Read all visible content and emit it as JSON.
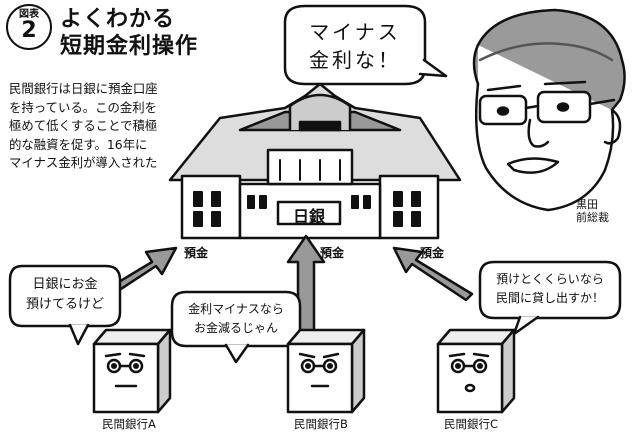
{
  "header": {
    "figure_label": "図表",
    "figure_number": "2",
    "title_line1": "よくわかる",
    "title_line2": "短期金利操作"
  },
  "description": "民間銀行は日銀に預金口座を持っている。この金利を極めて低くすることで積極的な融資を促す。16年にマイナス金利が導入された",
  "kuroda": {
    "speech_line1": "マイナス",
    "speech_line2": "金利な！",
    "caption_line1": "黒田",
    "caption_line2": "前総裁"
  },
  "boj": {
    "sign": "日銀"
  },
  "deposits": [
    "預金",
    "預金",
    "預金"
  ],
  "banks": [
    {
      "name": "民間銀行A",
      "speech_line1": "日銀にお金",
      "speech_line2": "預けてるけど"
    },
    {
      "name": "民間銀行B",
      "speech_line1": "金利マイナスなら",
      "speech_line2": "お金減るじゃん"
    },
    {
      "name": "民間銀行C",
      "speech_line1": "預けとくくらいなら",
      "speech_line2": "民間に貸し出すか！"
    }
  ]
}
